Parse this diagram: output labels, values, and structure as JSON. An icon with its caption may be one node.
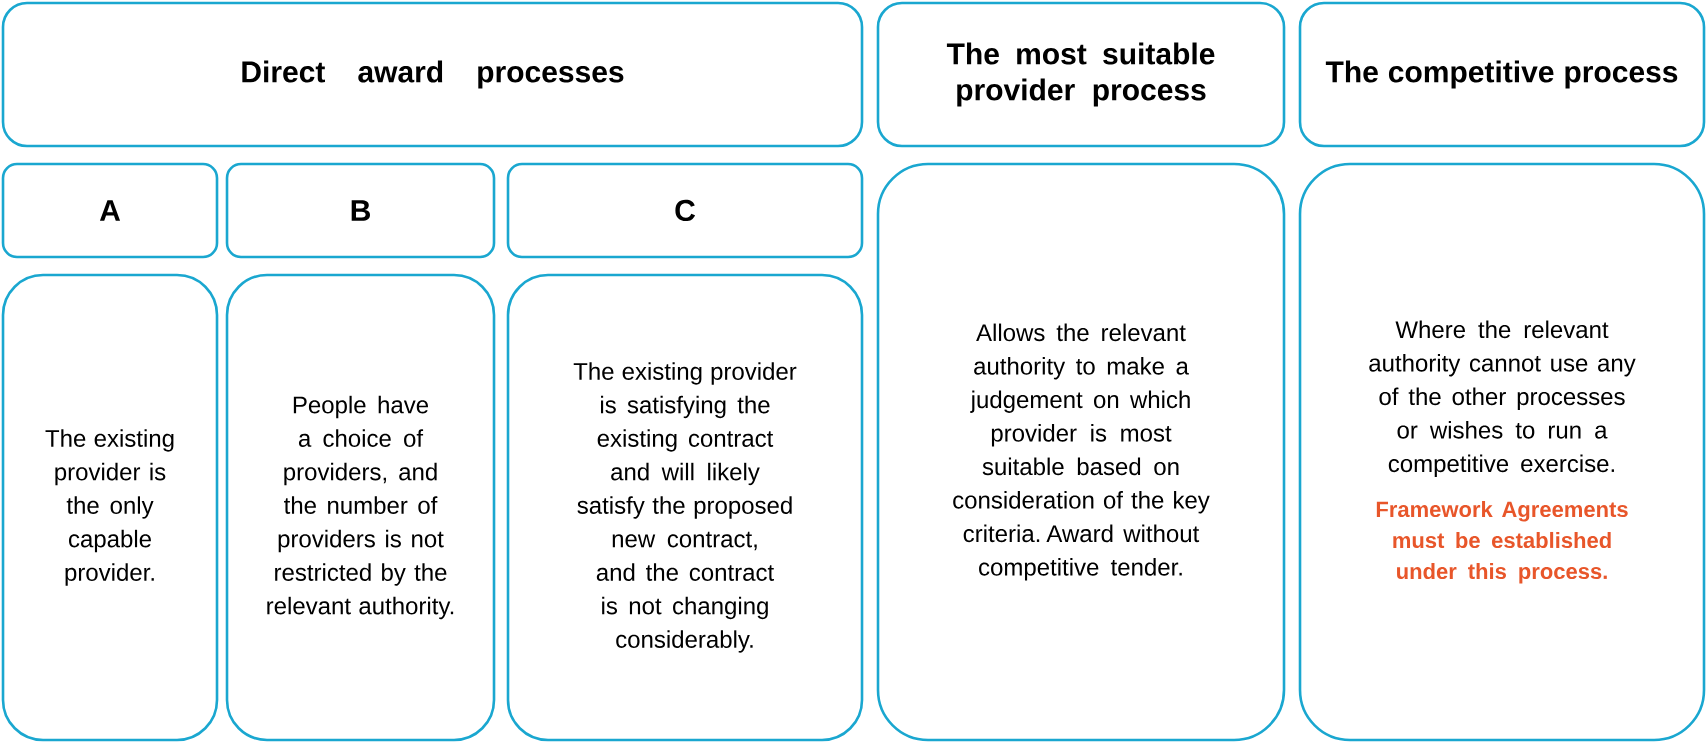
{
  "diagram": {
    "nodes": [
      {
        "text": [
          "Direct award processes"
        ]
      },
      {
        "text": [
          "The most suitable provider process"
        ]
      },
      {
        "text": [
          "The competitive process"
        ]
      },
      {
        "text": [
          "A"
        ]
      },
      {
        "text": [
          "B"
        ]
      },
      {
        "text": [
          "C"
        ]
      },
      {
        "text": [
          "The existing provider is the only capable provider."
        ]
      },
      {
        "text": [
          "People have a choice of providers, and the number of providers is not restricted by the relevant authority."
        ]
      },
      {
        "text": [
          "The existing provider is satisfying the existing contract and will likely satisfy the proposed new contract, and the contract is not changing considerably."
        ]
      },
      {
        "text": [
          "Allows the relevant authority to make a judgement on which provider is most suitable based on consideration of the key criteria. Award without competitive tender."
        ]
      },
      {
        "text": [
          "Where the relevant authority cannot use any of the other processes or wishes to run a competitive exercise.",
          "Framework Agreements must be established under this process."
        ]
      }
    ]
  }
}
